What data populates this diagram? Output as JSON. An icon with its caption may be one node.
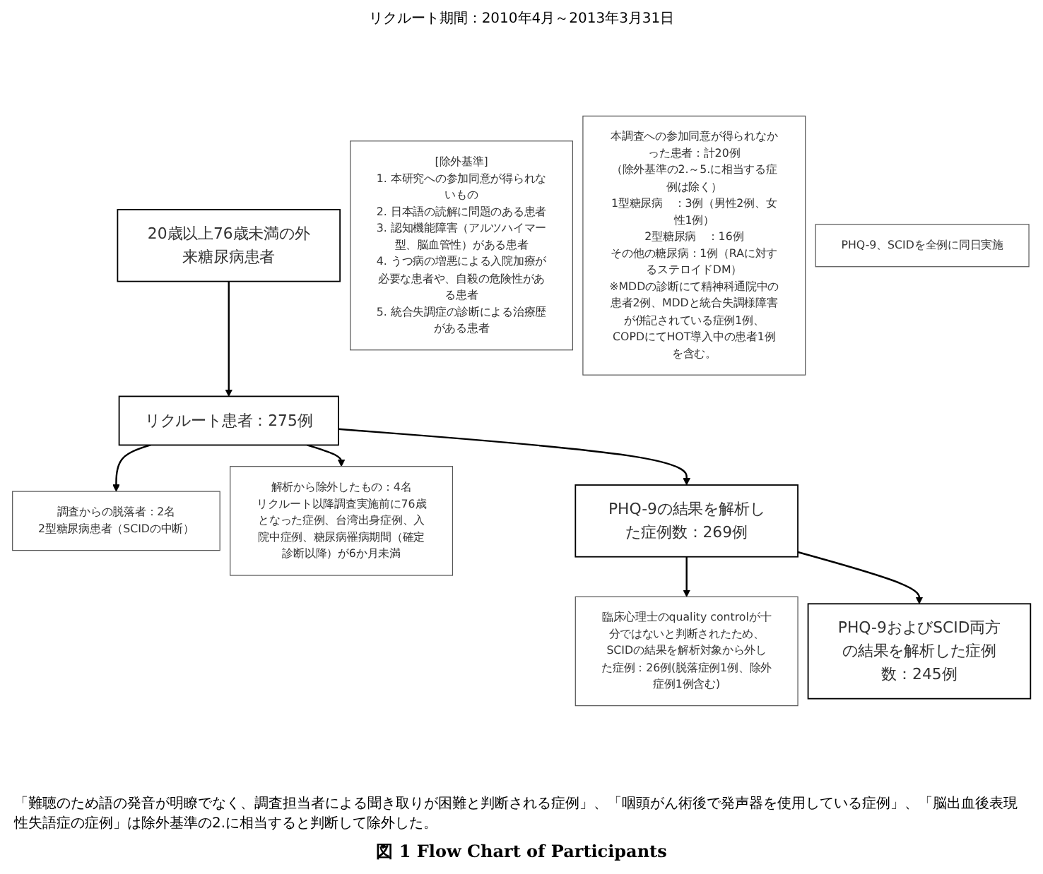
{
  "diagram": {
    "caption": "図 1 Flow Chart of Participants",
    "nodes": [
      {
        "text": [
          "20歳以上76歳未満の外来糖尿病患者"
        ]
      },
      {
        "text": [
          "[除外基準]",
          "1. 本研究への参加同意が得られないもの",
          "2. 日本語の読解に問題のある患者",
          "3. 認知機能障害（アルツハイマー型、脳血管性）がある患者",
          "4. うつ病の増悪による入院加療が必要な患者や、自殺の危険性がある患者",
          "5. 統合失調症の診断による治療歴がある患者"
        ]
      },
      {
        "text": [
          "本調査への参加同意が得られなかった患者：計20例",
          "（除外基準の2.～5.に相当する症例は除く）",
          "1型糖尿病　：3例（男性2例、女性1例）",
          "2型糖尿病　：16例",
          "その他の糖尿病：1例（RAに対するステロイドDM）",
          "※MDDの診断にて精神科通院中の患者2例、MDDと統合失調様障害が併記されている症例1例、COPDにてHOT導入中の患者1例を含む。"
        ]
      },
      {
        "text": [
          "リクルート患者：275例"
        ]
      },
      {
        "text": [
          "PHQ-9、SCIDを全例に同日実施"
        ]
      },
      {
        "text": [
          "調査からの脱落者：2名",
          "2型糖尿病患者（SCIDの中断）"
        ]
      },
      {
        "text": [
          "解析から除外したもの：4名",
          "リクルート以降調査実施前に76歳となった症例、台湾出身症例、入院中症例、糖尿病罹病期間（確定診断以降）が6か月未満"
        ]
      },
      {
        "text": [
          "PHQ-9の結果を解析した症例数：269例"
        ]
      },
      {
        "text": [
          "臨床心理士のquality controlが十分ではないと判断されたため、SCIDの結果を解析対象から外した症例：26例(脱落症例1例、除外症例1例含む)"
        ]
      },
      {
        "text": [
          "PHQ-9およびSCID両方の結果を解析した症例数：245例"
        ]
      }
    ],
    "edges": [
      {
        "from": 0,
        "to": 3,
        "arrow": "to"
      },
      {
        "from": 3,
        "to": 5,
        "arrow": "to"
      },
      {
        "from": 3,
        "to": 6,
        "arrow": "to"
      },
      {
        "from": 3,
        "to": 7,
        "arrow": "to"
      },
      {
        "from": 7,
        "to": 8,
        "arrow": "to"
      },
      {
        "from": 7,
        "to": 9,
        "arrow": "to"
      }
    ],
    "labels": [
      "リクルート期間：2010年4月～2013年3月31日",
      "「難聴のため語の発音が明瞭でなく、調査担当者による聞き取りが困難と判断される症例」、「咽頭がん術後で発声器を使用している症例」、「脳出血後表現性失語症の症例」は除外基準の2.に相当すると判断して除外した。"
    ]
  }
}
